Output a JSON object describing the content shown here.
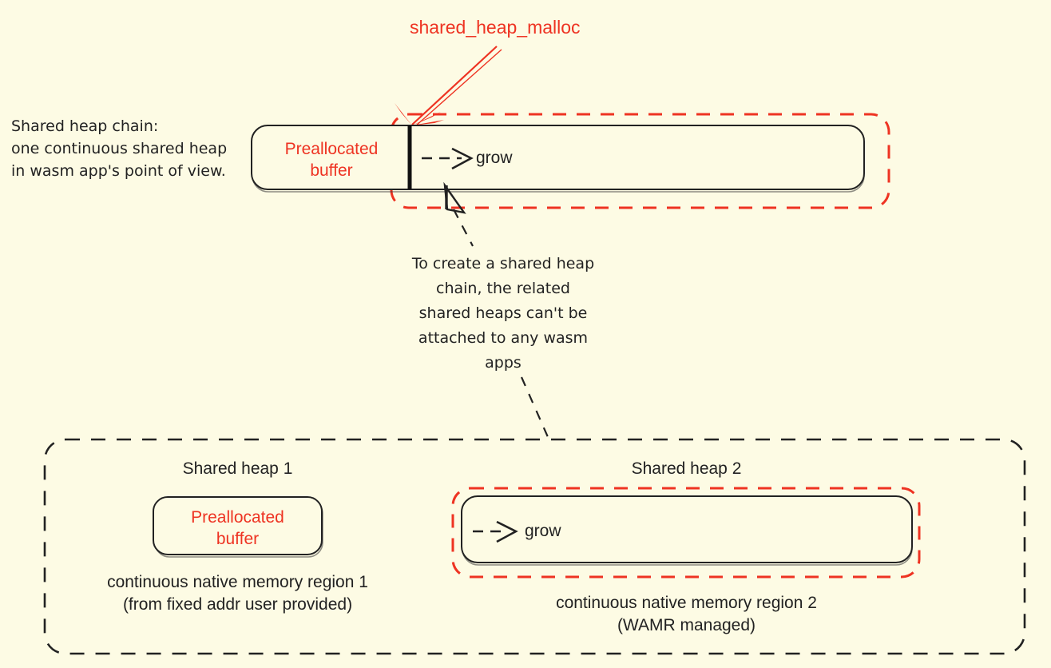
{
  "diagram": {
    "title": "shared_heap_malloc",
    "background_color": "#fdfbe4",
    "accent_red": "#ee3322",
    "ink": "#222222",
    "left_caption": {
      "line1": "Shared heap chain:",
      "line2": "one continuous shared heap",
      "line3": "in wasm app's point of view."
    },
    "top_region": {
      "preallocated_label_line1": "Preallocated",
      "preallocated_label_line2": "buffer",
      "grow_label": "grow"
    },
    "annotation": {
      "line1": "To create a shared heap",
      "line2": "chain, the related",
      "line3": "shared heaps can't be",
      "line4": "attached to any wasm",
      "line5": "apps"
    },
    "bottom_region": {
      "heap1_title": "Shared heap 1",
      "heap1_box_line1": "Preallocated",
      "heap1_box_line2": "buffer",
      "heap1_caption_line1": "continuous native memory region 1",
      "heap1_caption_line2": "(from fixed addr user provided)",
      "heap2_title": "Shared heap 2",
      "heap2_grow_label": "grow",
      "heap2_caption_line1": "continuous native memory region 2",
      "heap2_caption_line2": "(WAMR managed)"
    }
  }
}
